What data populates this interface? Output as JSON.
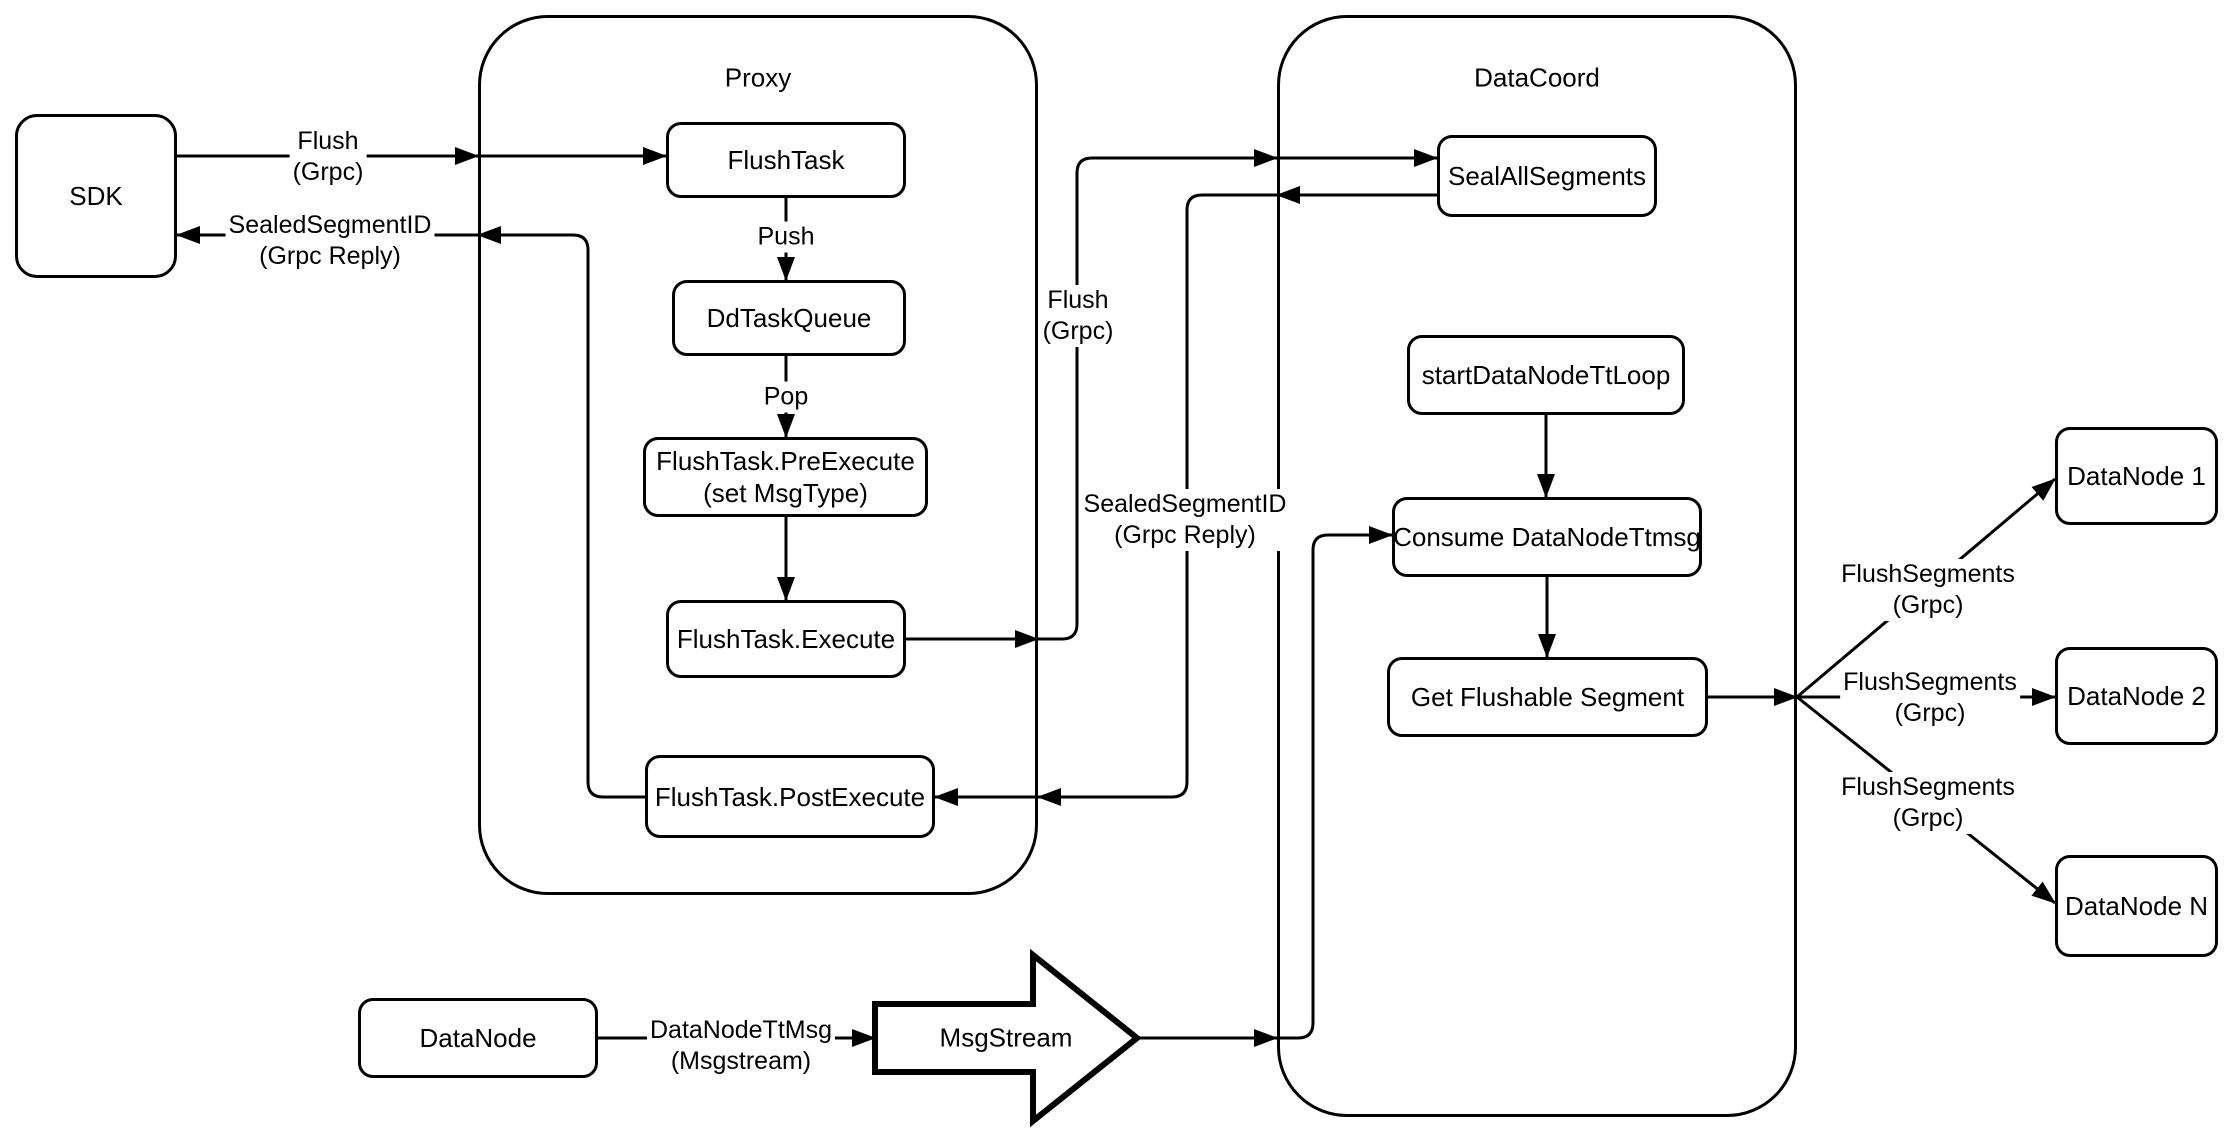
{
  "colors": {
    "stroke": "#000000",
    "node_fill": "#ffffff",
    "background": "#ffffff"
  },
  "containers": {
    "proxy": {
      "label": "Proxy"
    },
    "datacoord": {
      "label": "DataCoord"
    }
  },
  "nodes": {
    "sdk": {
      "label": "SDK"
    },
    "flush_task": {
      "label": "FlushTask"
    },
    "dd_task_queue": {
      "label": "DdTaskQueue"
    },
    "pre_execute": {
      "line1": "FlushTask.PreExecute",
      "line2": "(set MsgType)"
    },
    "execute": {
      "label": "FlushTask.Execute"
    },
    "post_execute": {
      "label": "FlushTask.PostExecute"
    },
    "seal_all_segments": {
      "label": "SealAllSegments"
    },
    "start_data_node_tt_loop": {
      "label": "startDataNodeTtLoop"
    },
    "consume_data_node_ttmsg": {
      "label": "Consume DataNodeTtmsg"
    },
    "get_flushable_segment": {
      "label": "Get Flushable Segment"
    },
    "data_node_1": {
      "label": "DataNode 1"
    },
    "data_node_2": {
      "label": "DataNode 2"
    },
    "data_node_n": {
      "label": "DataNode N"
    },
    "data_node": {
      "label": "DataNode"
    },
    "msg_stream": {
      "label": "MsgStream"
    }
  },
  "edge_labels": {
    "flush_grpc_sdk": {
      "line1": "Flush",
      "line2": "(Grpc)"
    },
    "sealed_reply_sdk": {
      "line1": "SealedSegmentID",
      "line2": "(Grpc Reply)"
    },
    "push": {
      "label": "Push"
    },
    "pop": {
      "label": "Pop"
    },
    "flush_grpc_mid": {
      "line1": "Flush",
      "line2": "(Grpc)"
    },
    "sealed_reply_mid": {
      "line1": "SealedSegmentID",
      "line2": "(Grpc Reply)"
    },
    "flush_segments_1": {
      "line1": "FlushSegments",
      "line2": "(Grpc)"
    },
    "flush_segments_2": {
      "line1": "FlushSegments",
      "line2": "(Grpc)"
    },
    "flush_segments_3": {
      "line1": "FlushSegments",
      "line2": "(Grpc)"
    },
    "data_node_tt_msg": {
      "line1": "DataNodeTtMsg",
      "line2": "(Msgstream)"
    }
  }
}
